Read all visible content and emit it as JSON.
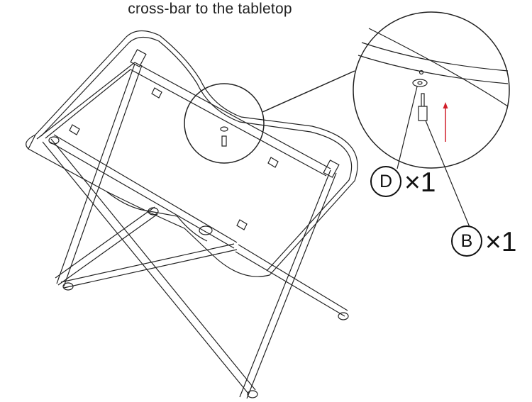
{
  "caption": "cross-bar to the tabletop",
  "callouts": [
    {
      "letter": "D",
      "quantity": "×1",
      "part": "washer"
    },
    {
      "letter": "B",
      "quantity": "×1",
      "part": "screw"
    }
  ],
  "colors": {
    "line": "#222222",
    "accent": "#d11f2a"
  }
}
